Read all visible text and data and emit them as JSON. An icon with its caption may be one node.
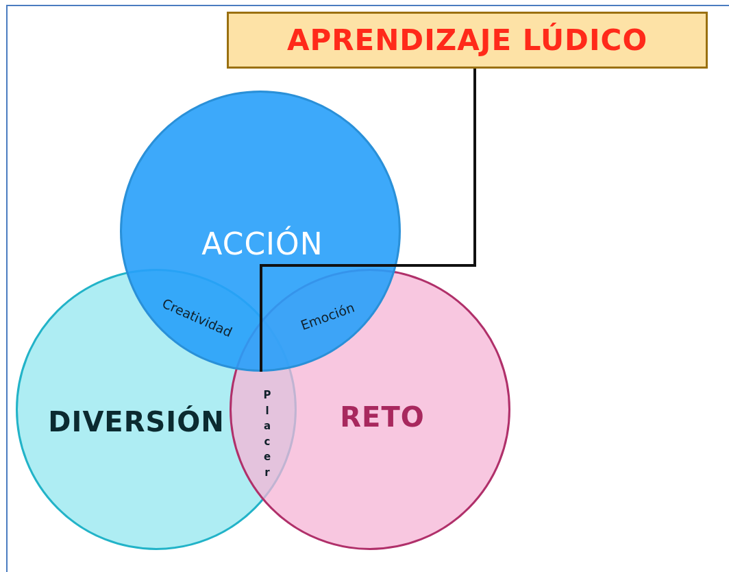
{
  "diagram": {
    "nodes": [
      {
        "text": [
          "APRENDIZAJE LÚDICO"
        ]
      },
      {
        "text": [
          "ACCIÓN"
        ]
      },
      {
        "text": [
          "DIVERSIÓN"
        ]
      },
      {
        "text": [
          "RETO"
        ]
      }
    ],
    "edges": [
      {
        "from": 0,
        "to": 1,
        "arrow": "none"
      }
    ],
    "labels": [
      "Creatividad",
      "Emoción",
      "Placer"
    ]
  }
}
